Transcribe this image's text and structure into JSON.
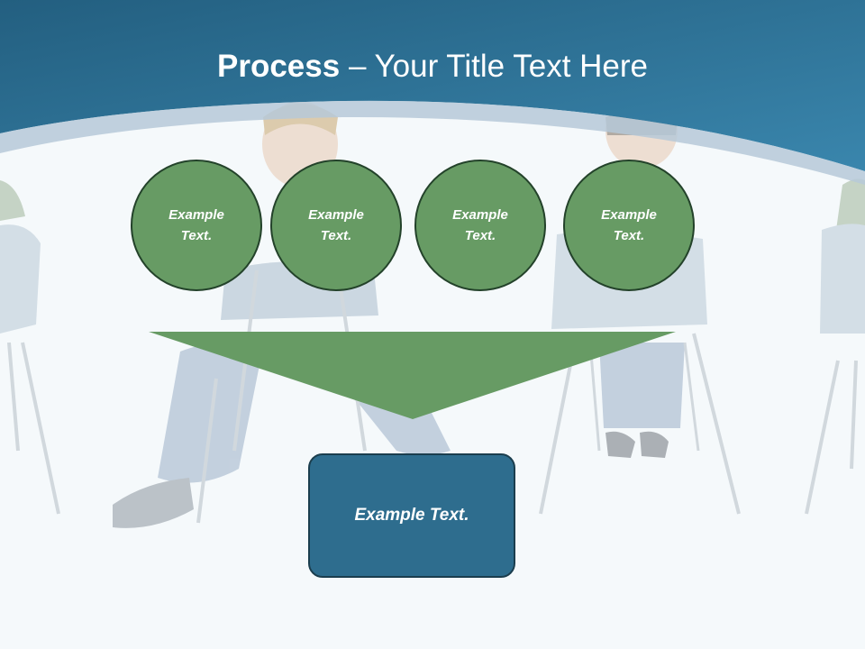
{
  "slide": {
    "title_bold": "Process",
    "title_separator": " – ",
    "title_rest": "Your Title Text Here",
    "header_color": "#2b6a8c",
    "accent_green": "#679b64",
    "box_blue": "#2e6d8e"
  },
  "circles": [
    {
      "text": "Example Text."
    },
    {
      "text": "Example Text."
    },
    {
      "text": "Example Text."
    },
    {
      "text": "Example Text."
    }
  ],
  "result_box": {
    "text": "Example Text."
  }
}
